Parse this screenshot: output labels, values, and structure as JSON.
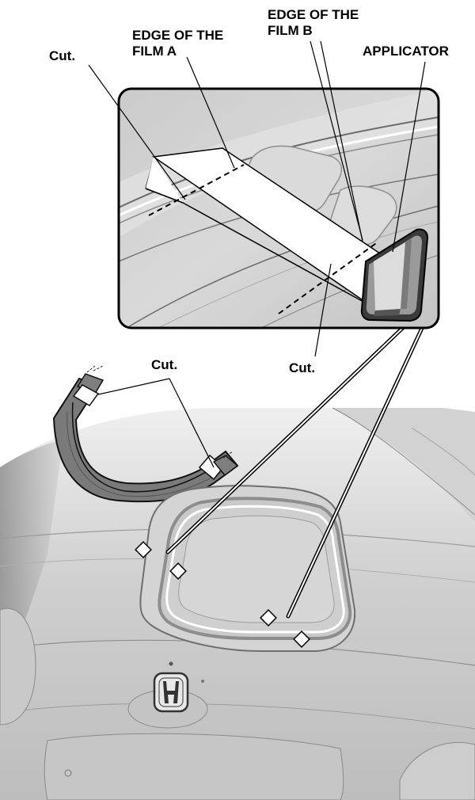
{
  "labels": {
    "cut_top_left": "Cut.",
    "edge_film_a_line1": "EDGE OF THE",
    "edge_film_a_line2": "FILM A",
    "edge_film_b_line1": "EDGE OF THE",
    "edge_film_b_line2": "FILM B",
    "applicator": "APPLICATOR",
    "cut_inset_bottom": "Cut.",
    "cut_trunk": "Cut."
  },
  "colors": {
    "body_light": "#dcdcdc",
    "body_mid": "#b8b8b8",
    "body_dark": "#8a8a8a",
    "outline": "#000000",
    "film": "#ffffff",
    "trim_dark": "#6e6e6e"
  }
}
